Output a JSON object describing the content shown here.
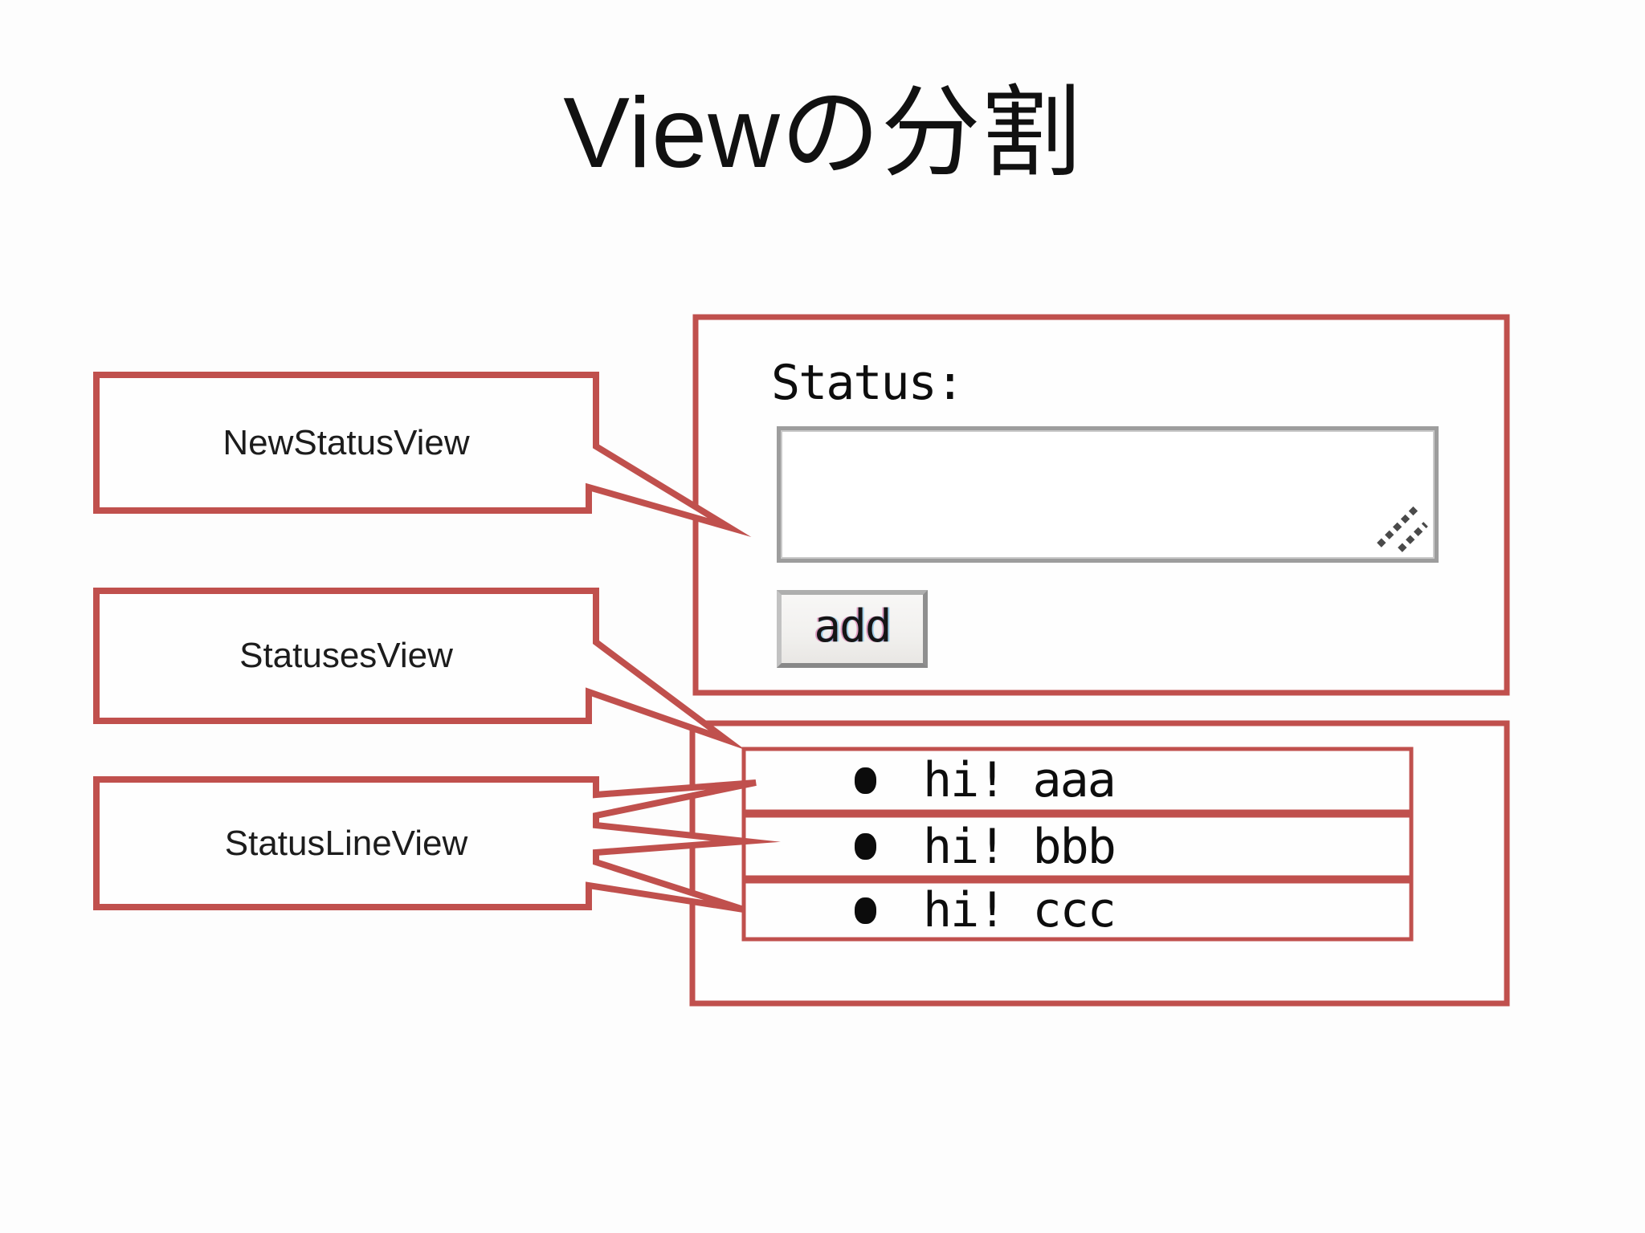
{
  "slide": {
    "title": "Viewの分割"
  },
  "callouts": [
    {
      "label": "NewStatusView"
    },
    {
      "label": "StatusesView"
    },
    {
      "label": "StatusLineView"
    }
  ],
  "mockup": {
    "status_label": "Status:",
    "textarea_value": "",
    "add_button_label": "add",
    "statuses": [
      "hi! aaa",
      "hi! bbb",
      "hi! ccc"
    ],
    "bullet_icon": "filled-circle"
  },
  "colors": {
    "accent_red": "#C0504D",
    "text_black": "#111111",
    "control_gray": "#9D9D9D"
  }
}
